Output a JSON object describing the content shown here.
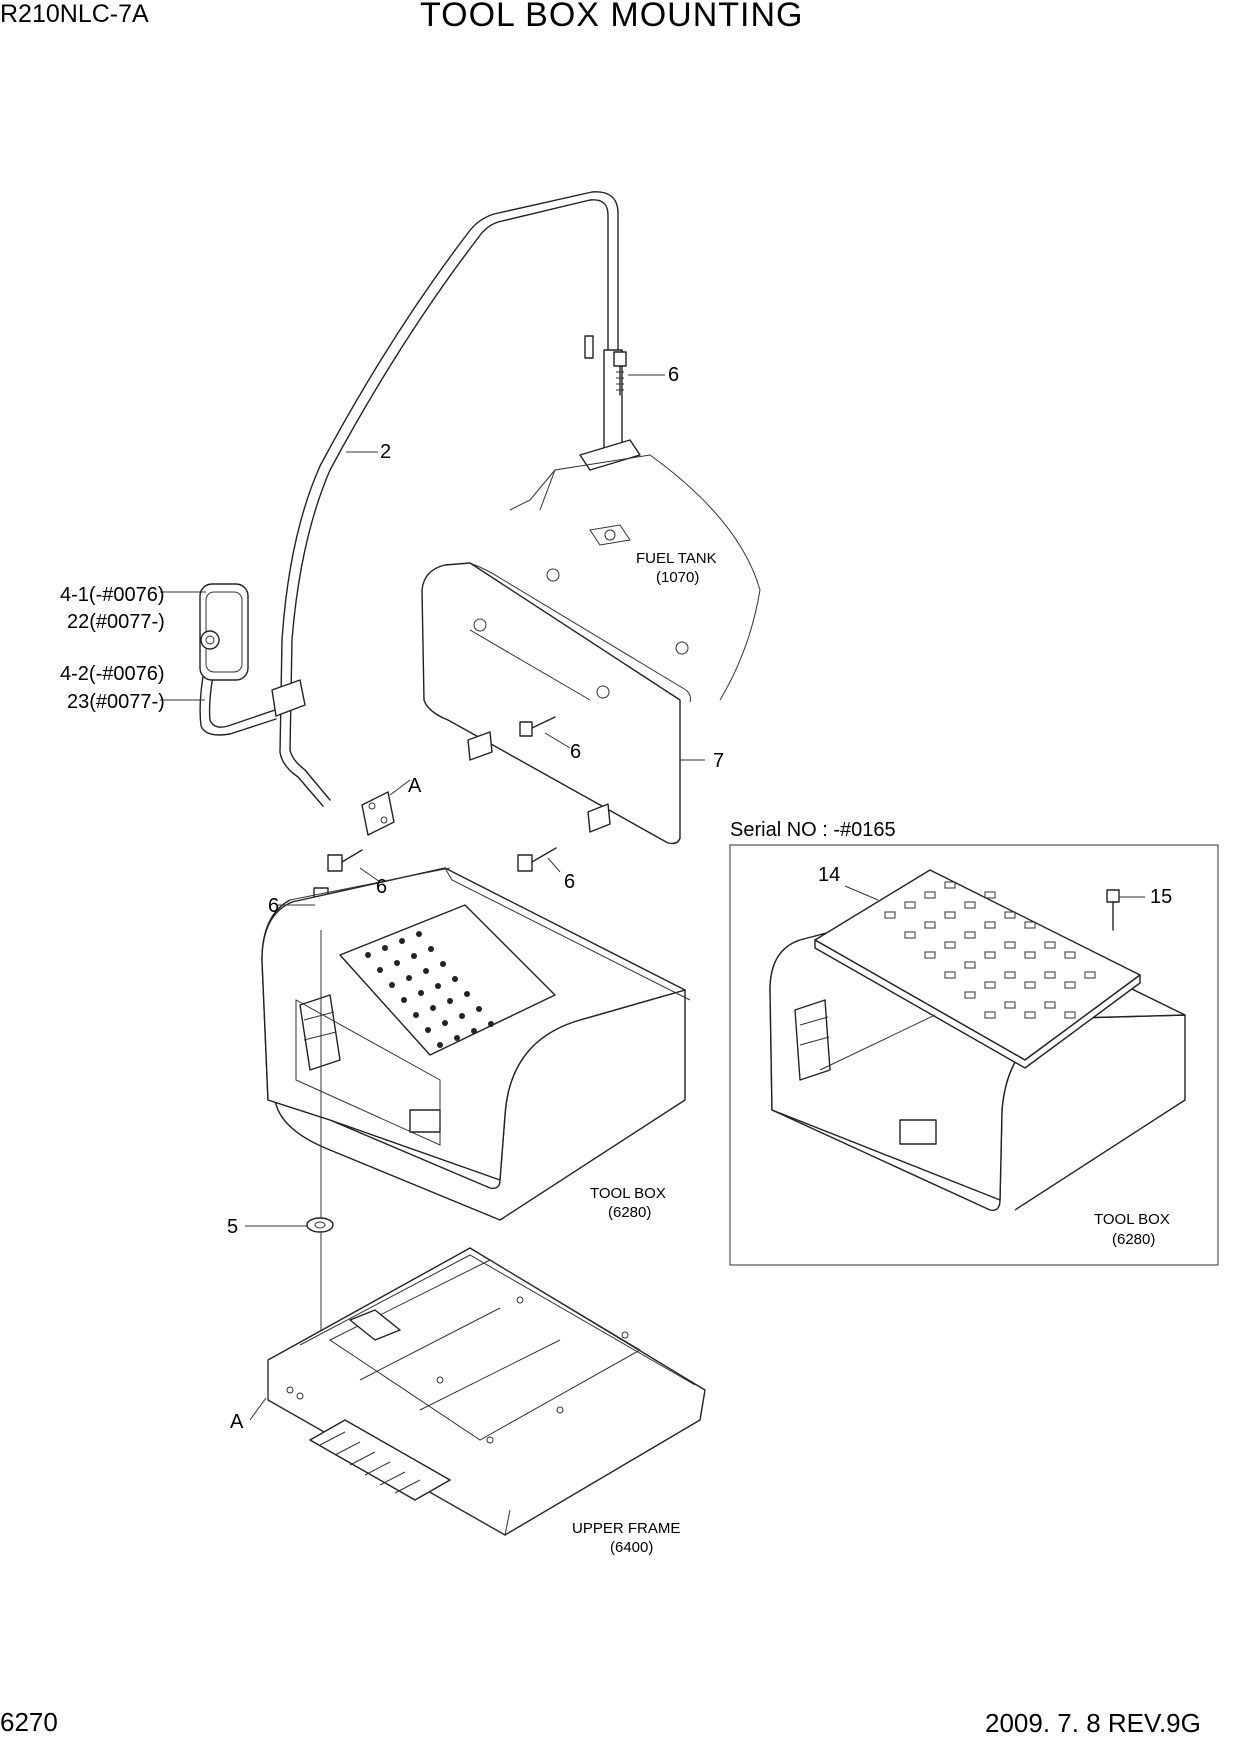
{
  "header": {
    "model": "R210NLC-7A",
    "title": "TOOL BOX MOUNTING"
  },
  "footer": {
    "page_number": "6270",
    "revision": "2009. 7. 8  REV.9G"
  },
  "callouts": {
    "c2": "2",
    "c6_top": "6",
    "c4_1": "4-1(-#0076)",
    "c22": "22(#0077-)",
    "c4_2": "4-2(-#0076)",
    "c23": "23(#0077-)",
    "c6_mid": "6",
    "c7": "7",
    "cA_top": "A",
    "c6_left_bolt": "6",
    "c6_bottom_right": "6",
    "c6_tool": "6",
    "c5": "5",
    "cA_bottom": "A",
    "c14": "14",
    "c15": "15"
  },
  "references": {
    "fuel_tank": "FUEL TANK",
    "fuel_tank_no": "(1070)",
    "tool_box": "TOOL BOX",
    "tool_box_no": "(6280)",
    "tool_box_inset": "TOOL BOX",
    "tool_box_inset_no": "(6280)",
    "upper_frame": "UPPER FRAME",
    "upper_frame_no": "(6400)"
  },
  "inset": {
    "serial_label": "Serial NO : -#0165"
  }
}
